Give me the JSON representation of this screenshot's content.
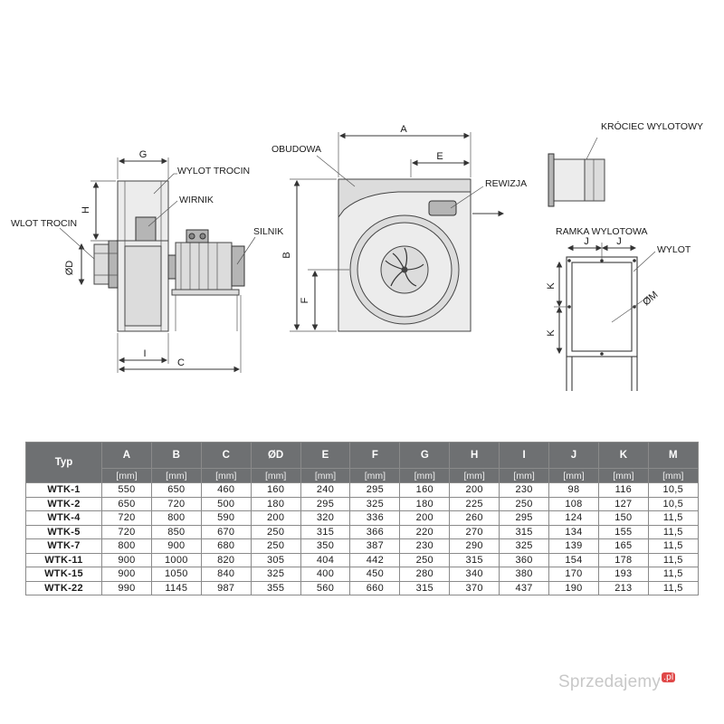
{
  "labels": {
    "wylot_trocin": "WYLOT TROCIN",
    "wirnik": "WIRNIK",
    "wlot_trocin": "WLOT TROCIN",
    "silnik": "SILNIK",
    "obudowa": "OBUDOWA",
    "rewizja": "REWIZJA",
    "krociec": "KRÓCIEC WYLOTOWY",
    "ramka": "RAMKA WYLOTOWA",
    "wylot": "WYLOT"
  },
  "dims": {
    "A": "A",
    "B": "B",
    "C": "C",
    "D": "ØD",
    "E": "E",
    "F": "F",
    "G": "G",
    "H": "H",
    "I": "I",
    "J1": "J",
    "J2": "J",
    "K1": "K",
    "K2": "K",
    "M": "ØM"
  },
  "table": {
    "type_header": "Typ",
    "headers": [
      "A",
      "B",
      "C",
      "ØD",
      "E",
      "F",
      "G",
      "H",
      "I",
      "J",
      "K",
      "M"
    ],
    "unit": "[mm]",
    "rows": [
      {
        "name": "WTK-1",
        "values": [
          "550",
          "650",
          "460",
          "160",
          "240",
          "295",
          "160",
          "200",
          "230",
          "98",
          "116",
          "10,5"
        ]
      },
      {
        "name": "WTK-2",
        "values": [
          "650",
          "720",
          "500",
          "180",
          "295",
          "325",
          "180",
          "225",
          "250",
          "108",
          "127",
          "10,5"
        ]
      },
      {
        "name": "WTK-4",
        "values": [
          "720",
          "800",
          "590",
          "200",
          "320",
          "336",
          "200",
          "260",
          "295",
          "124",
          "150",
          "11,5"
        ]
      },
      {
        "name": "WTK-5",
        "values": [
          "720",
          "850",
          "670",
          "250",
          "315",
          "366",
          "220",
          "270",
          "315",
          "134",
          "155",
          "11,5"
        ]
      },
      {
        "name": "WTK-7",
        "values": [
          "800",
          "900",
          "680",
          "250",
          "350",
          "387",
          "230",
          "290",
          "325",
          "139",
          "165",
          "11,5"
        ]
      },
      {
        "name": "WTK-11",
        "values": [
          "900",
          "1000",
          "820",
          "305",
          "404",
          "442",
          "250",
          "315",
          "360",
          "154",
          "178",
          "11,5"
        ]
      },
      {
        "name": "WTK-15",
        "values": [
          "900",
          "1050",
          "840",
          "325",
          "400",
          "450",
          "280",
          "340",
          "380",
          "170",
          "193",
          "11,5"
        ]
      },
      {
        "name": "WTK-22",
        "values": [
          "990",
          "1145",
          "987",
          "355",
          "560",
          "660",
          "315",
          "370",
          "437",
          "190",
          "213",
          "11,5"
        ]
      }
    ]
  },
  "watermark": {
    "text": "Sprzedajemy",
    "badge": ".pl"
  }
}
